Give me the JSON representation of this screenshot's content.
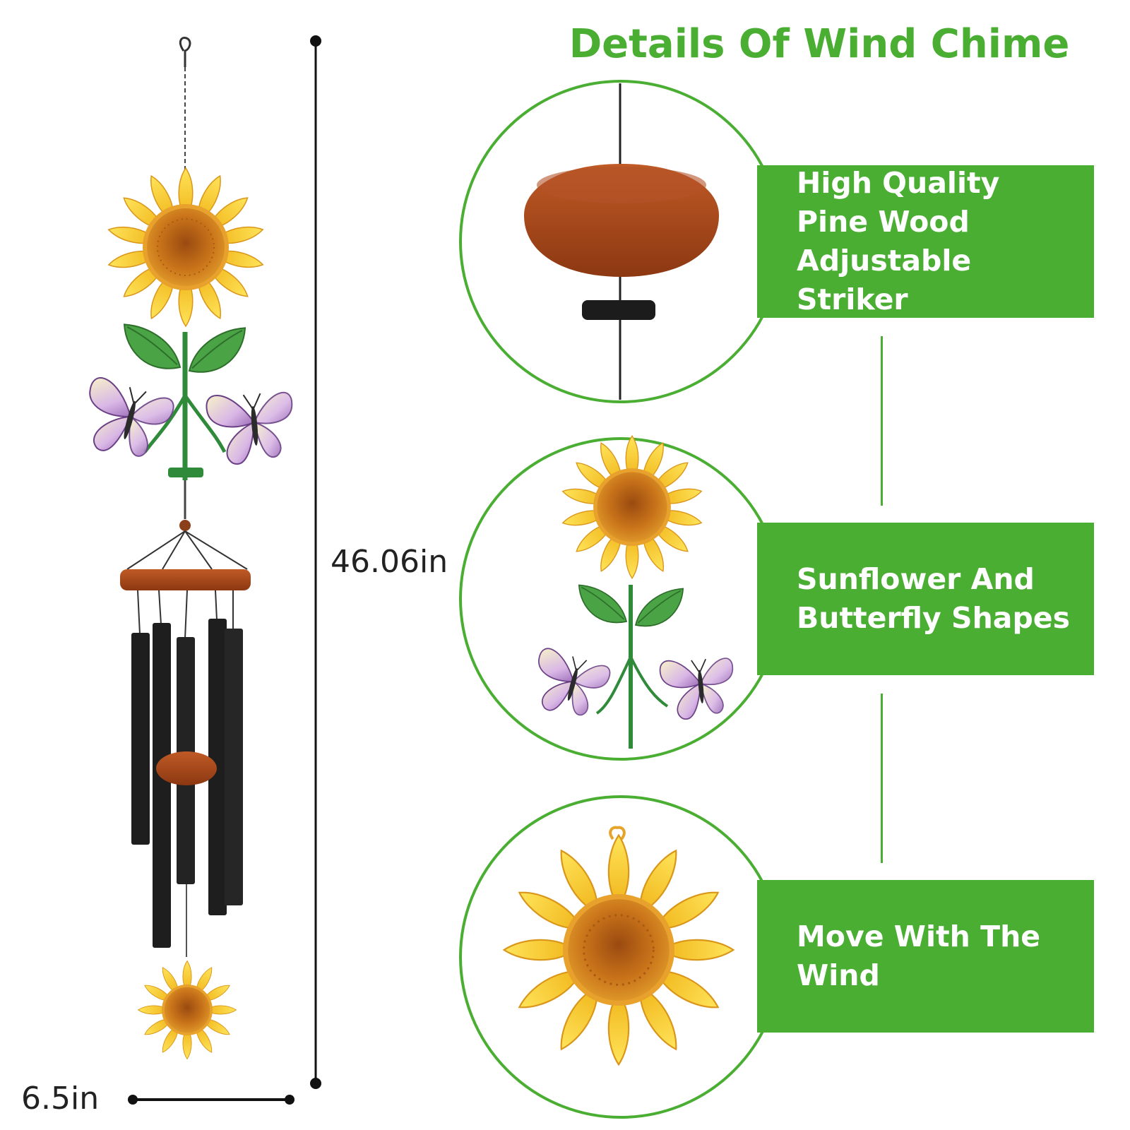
{
  "title": "Details Of Wind Chime",
  "colors": {
    "brand_green": "#4aae33",
    "wood": "#a8481d",
    "tube": "#1e1e1e",
    "petal": "#f2c21c",
    "leaf": "#3f9a3c",
    "butterfly": "#c7a2d9"
  },
  "dimensions": {
    "height_label": "46.06in",
    "width_label": "6.5in"
  },
  "product_image": {
    "label": "sunflower-butterfly-wind-chime"
  },
  "features": [
    {
      "text": "High Quality Pine Wood Adjustable Striker",
      "icon": "wood-striker-icon"
    },
    {
      "text": "Sunflower And Butterfly Shapes",
      "icon": "sunflower-butterfly-icon"
    },
    {
      "text": "Move With The Wind",
      "icon": "sunflower-sail-icon"
    }
  ]
}
